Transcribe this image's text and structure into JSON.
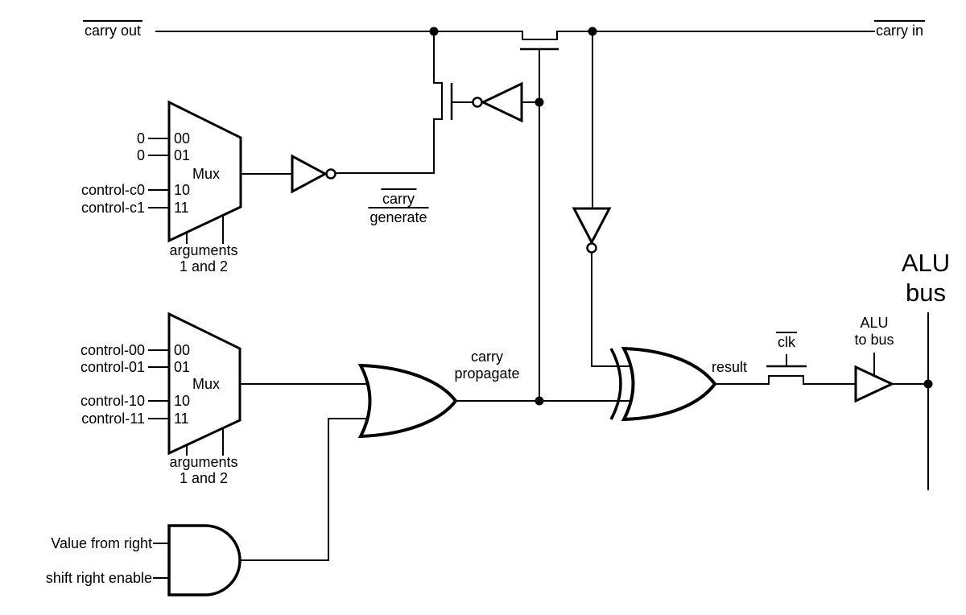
{
  "colors": {
    "ink": "#000000",
    "background": "#ffffff"
  },
  "signals": {
    "carry_out": "carry out",
    "carry_in": "carry in",
    "carry_generate_line1": "carry",
    "carry_generate_line2": "generate",
    "carry_propagate_line1": "carry",
    "carry_propagate_line2": "propagate",
    "result": "result",
    "clk": "clk",
    "alu_to_bus_line1": "ALU",
    "alu_to_bus_line2": "to bus",
    "alu_bus_line1": "ALU",
    "alu_bus_line2": "bus"
  },
  "mux_upper": {
    "label": "Mux",
    "inputs": [
      "0",
      "0",
      "control-c0",
      "control-c1"
    ],
    "slots": [
      "00",
      "01",
      "10",
      "11"
    ],
    "args_line1": "arguments",
    "args_line2": "1 and 2"
  },
  "mux_lower": {
    "label": "Mux",
    "inputs": [
      "control-00",
      "control-01",
      "control-10",
      "control-11"
    ],
    "slots": [
      "00",
      "01",
      "10",
      "11"
    ],
    "args_line1": "arguments",
    "args_line2": "1 and 2"
  },
  "and_gate": {
    "input1": "Value from right",
    "input2": "shift right enable"
  }
}
